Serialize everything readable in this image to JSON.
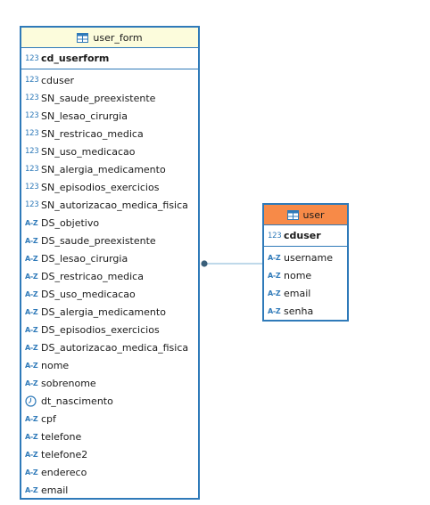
{
  "tables": {
    "user_form": {
      "title": "user_form",
      "header_color": "#fcfcdc",
      "pk": {
        "icon": "numeric-icon",
        "type_label": "123",
        "name": "cd_userform"
      },
      "columns": [
        {
          "type": "numeric",
          "type_label": "123",
          "name": "cduser"
        },
        {
          "type": "numeric",
          "type_label": "123",
          "name": "SN_saude_preexistente"
        },
        {
          "type": "numeric",
          "type_label": "123",
          "name": "SN_lesao_cirurgia"
        },
        {
          "type": "numeric",
          "type_label": "123",
          "name": "SN_restricao_medica"
        },
        {
          "type": "numeric",
          "type_label": "123",
          "name": "SN_uso_medicacao"
        },
        {
          "type": "numeric",
          "type_label": "123",
          "name": "SN_alergia_medicamento"
        },
        {
          "type": "numeric",
          "type_label": "123",
          "name": "SN_episodios_exercicios"
        },
        {
          "type": "numeric",
          "type_label": "123",
          "name": "SN_autorizacao_medica_fisica"
        },
        {
          "type": "text",
          "type_label": "A-Z",
          "name": "DS_objetivo"
        },
        {
          "type": "text",
          "type_label": "A-Z",
          "name": "DS_saude_preexistente"
        },
        {
          "type": "text",
          "type_label": "A-Z",
          "name": "DS_lesao_cirurgia"
        },
        {
          "type": "text",
          "type_label": "A-Z",
          "name": "DS_restricao_medica"
        },
        {
          "type": "text",
          "type_label": "A-Z",
          "name": "DS_uso_medicacao"
        },
        {
          "type": "text",
          "type_label": "A-Z",
          "name": "DS_alergia_medicamento"
        },
        {
          "type": "text",
          "type_label": "A-Z",
          "name": "DS_episodios_exercicios"
        },
        {
          "type": "text",
          "type_label": "A-Z",
          "name": "DS_autorizacao_medica_fisica"
        },
        {
          "type": "text",
          "type_label": "A-Z",
          "name": "nome"
        },
        {
          "type": "text",
          "type_label": "A-Z",
          "name": "sobrenome"
        },
        {
          "type": "date",
          "type_label": "",
          "name": "dt_nascimento"
        },
        {
          "type": "text",
          "type_label": "A-Z",
          "name": "cpf"
        },
        {
          "type": "text",
          "type_label": "A-Z",
          "name": "telefone"
        },
        {
          "type": "text",
          "type_label": "A-Z",
          "name": "telefone2"
        },
        {
          "type": "text",
          "type_label": "A-Z",
          "name": "endereco"
        },
        {
          "type": "text",
          "type_label": "A-Z",
          "name": "email"
        }
      ]
    },
    "user": {
      "title": "user",
      "header_color": "#f78a48",
      "pk": {
        "icon": "numeric-icon",
        "type_label": "123",
        "name": "cduser"
      },
      "columns": [
        {
          "type": "text",
          "type_label": "A-Z",
          "name": "username"
        },
        {
          "type": "text",
          "type_label": "A-Z",
          "name": "nome"
        },
        {
          "type": "text",
          "type_label": "A-Z",
          "name": "email"
        },
        {
          "type": "text",
          "type_label": "A-Z",
          "name": "senha"
        }
      ]
    }
  },
  "colors": {
    "border": "#2f7ab9",
    "type_icon": "#2f7ab9",
    "relation_line": "#7fb3d6",
    "relation_dot": "#3a5f7a"
  }
}
